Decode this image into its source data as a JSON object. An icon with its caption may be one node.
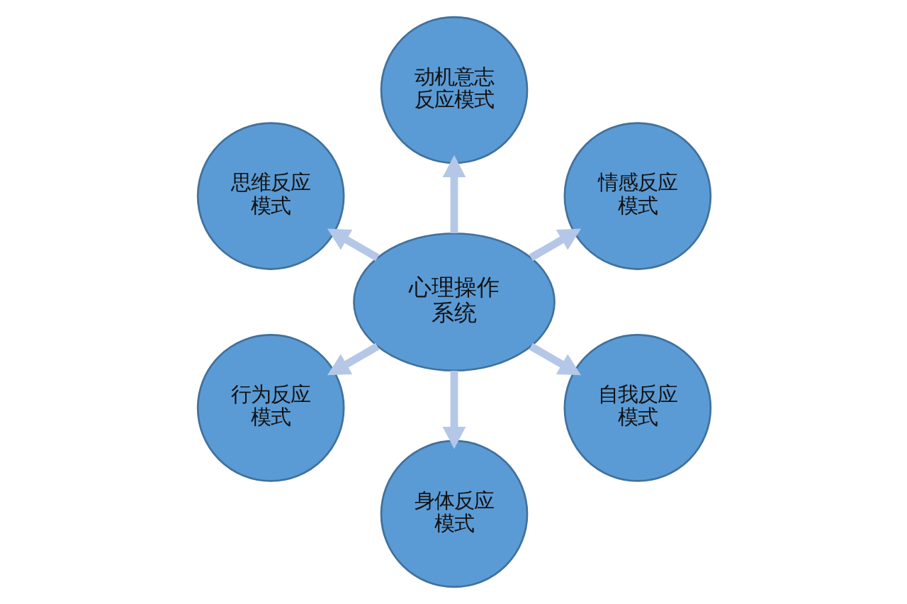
{
  "diagram": {
    "nodes": [
      {
        "text": [
          "情感反应模式"
        ]
      },
      {
        "text": [
          "动机意志反应模式"
        ]
      },
      {
        "text": [
          "思维反应模式"
        ]
      },
      {
        "text": [
          "心理操作系统"
        ]
      },
      {
        "text": [
          "行为反应模式"
        ]
      },
      {
        "text": [
          "身体反应模式"
        ]
      },
      {
        "text": [
          "自我反应模式"
        ]
      }
    ],
    "edges": [
      {
        "from": 3,
        "to": 0,
        "arrow": "to"
      },
      {
        "from": 3,
        "to": 2,
        "arrow": "to"
      },
      {
        "from": 3,
        "to": 5,
        "arrow": "to"
      },
      {
        "from": 3,
        "to": 6,
        "arrow": "to"
      },
      {
        "from": 3,
        "to": 4,
        "arrow": "to"
      },
      {
        "from": 3,
        "to": 1,
        "arrow": "to"
      }
    ]
  }
}
